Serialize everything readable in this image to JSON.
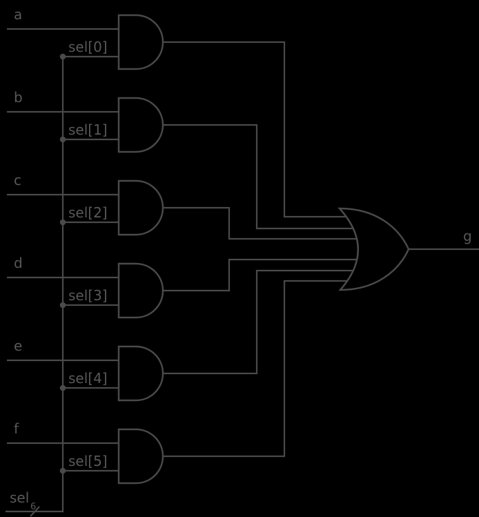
{
  "colors": {
    "background": "#000000",
    "wire": "#4a4a4a",
    "label": "#585858"
  },
  "diagram": {
    "kind": "logic-circuit",
    "gates": {
      "and_gates": 6,
      "or_gates": 1
    }
  },
  "inputs": [
    {
      "label": "a",
      "select": "sel[0]"
    },
    {
      "label": "b",
      "select": "sel[1]"
    },
    {
      "label": "c",
      "select": "sel[2]"
    },
    {
      "label": "d",
      "select": "sel[3]"
    },
    {
      "label": "e",
      "select": "sel[4]"
    },
    {
      "label": "f",
      "select": "sel[5]"
    }
  ],
  "output": {
    "label": "g"
  },
  "bus": {
    "label": "sel",
    "width": "6"
  }
}
